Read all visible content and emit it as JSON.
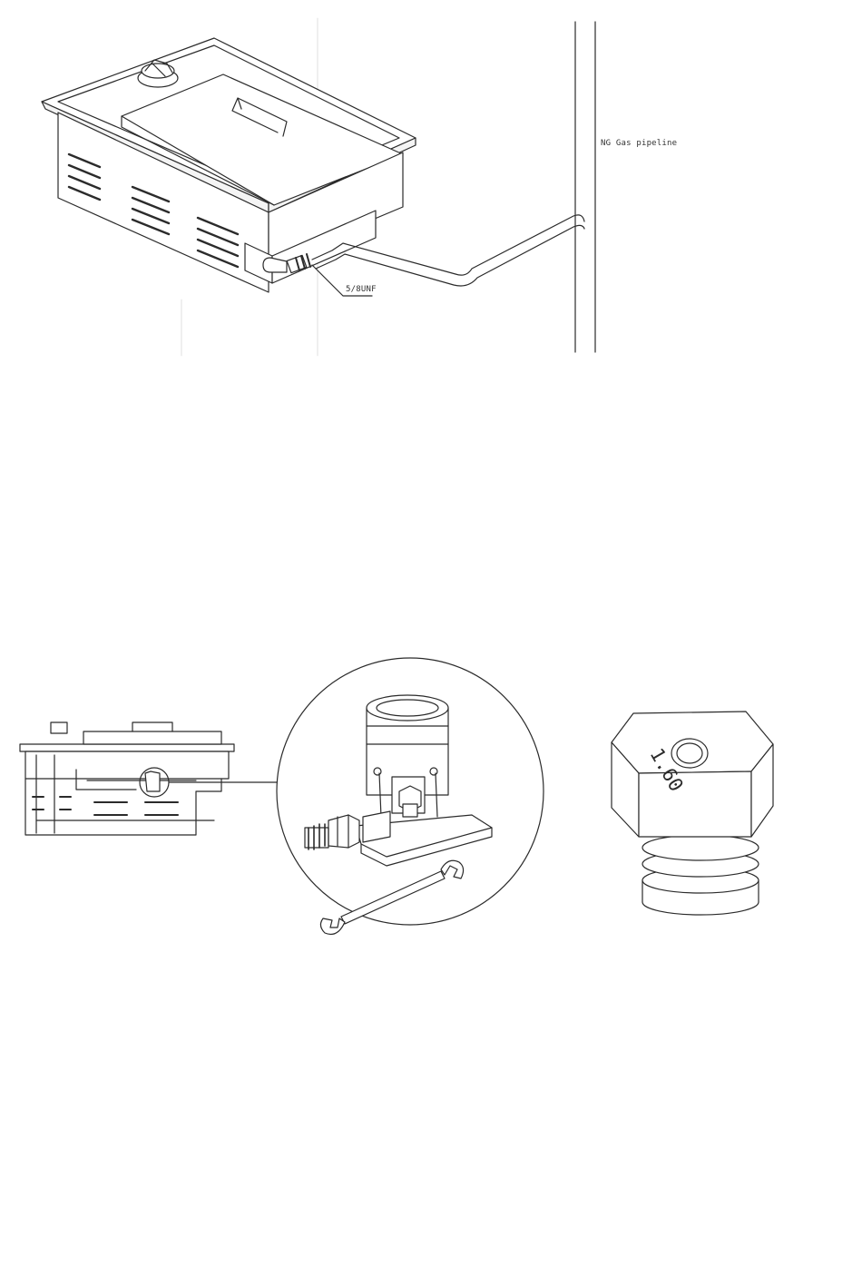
{
  "diagram": {
    "figure_top": {
      "pipeline_label": "NG Gas pipeline",
      "fitting_label": "5/8UNF"
    },
    "figure_bottom": {
      "orifice_marking": "1.60"
    }
  },
  "colors": {
    "ink": "#2b2b2b",
    "light_ink": "#8a8a8a",
    "fill": "#ffffff",
    "shade": "#e8e8e8"
  }
}
